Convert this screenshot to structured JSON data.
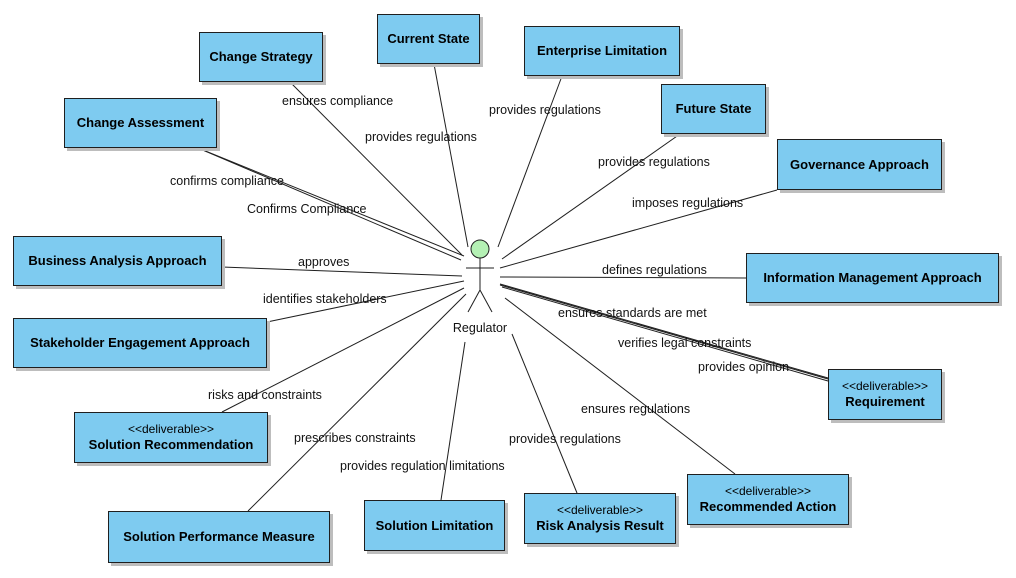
{
  "actor": {
    "name": "Regulator"
  },
  "stereotype": "<<deliverable>>",
  "nodes": [
    {
      "name": "Current State"
    },
    {
      "name": "Change Strategy"
    },
    {
      "name": "Enterprise Limitation"
    },
    {
      "name": "Future State"
    },
    {
      "name": "Change Assessment"
    },
    {
      "name": "Governance Approach"
    },
    {
      "name": "Business Analysis Approach"
    },
    {
      "name": "Information Management Approach"
    },
    {
      "name": "Stakeholder Engagement Approach"
    },
    {
      "name": "Requirement",
      "deliverable": true
    },
    {
      "name": "Solution Recommendation",
      "deliverable": true
    },
    {
      "name": "Recommended Action",
      "deliverable": true
    },
    {
      "name": "Solution Performance Measure"
    },
    {
      "name": "Solution Limitation"
    },
    {
      "name": "Risk Analysis Result",
      "deliverable": true
    }
  ],
  "edges": [
    {
      "label": "ensures compliance"
    },
    {
      "label": "provides regulations"
    },
    {
      "label": "provides regulations"
    },
    {
      "label": "provides regulations"
    },
    {
      "label": "confirms compliance"
    },
    {
      "label": "Confirms Compliance"
    },
    {
      "label": "imposes regulations"
    },
    {
      "label": "approves"
    },
    {
      "label": "defines regulations"
    },
    {
      "label": "identifies stakeholders"
    },
    {
      "label": "ensures standards are met"
    },
    {
      "label": "verifies legal constraints"
    },
    {
      "label": "provides opinion"
    },
    {
      "label": "risks and constraints"
    },
    {
      "label": "ensures regulations"
    },
    {
      "label": "prescribes constraints"
    },
    {
      "label": "provides regulations"
    },
    {
      "label": "provides regulation limitations"
    }
  ]
}
